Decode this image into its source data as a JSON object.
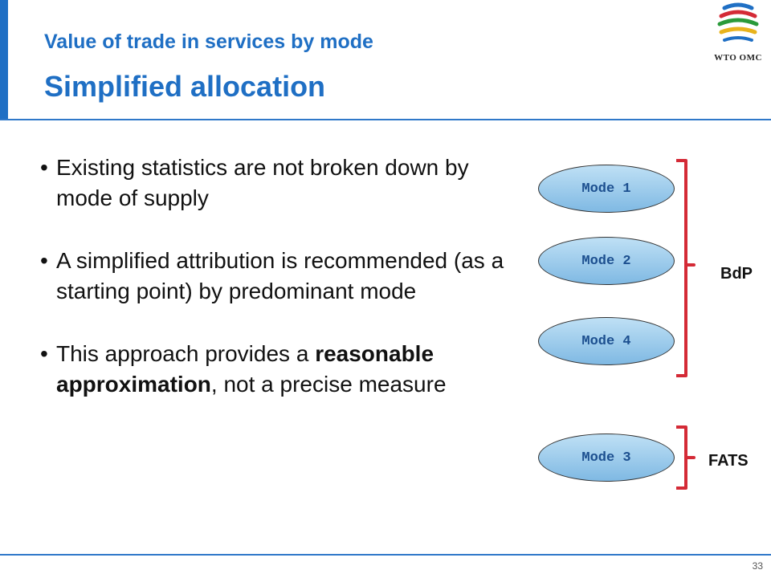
{
  "header": {
    "title_line1": "Value of trade in services by mode",
    "title_line2": "Simplified allocation",
    "logo_text": "WTO OMC"
  },
  "bullets": [
    {
      "parts": [
        {
          "text": "Existing statistics are not broken down by mode of supply",
          "bold": false
        }
      ]
    },
    {
      "parts": [
        {
          "text": "A simplified attribution is recommended (as a starting point) by predominant mode",
          "bold": false
        }
      ]
    },
    {
      "parts": [
        {
          "text": "This approach provides a ",
          "bold": false
        },
        {
          "text": "reasonable approximation",
          "bold": true
        },
        {
          "text": ", not a precise measure",
          "bold": false
        }
      ]
    }
  ],
  "diagram": {
    "modes": [
      "Mode 1",
      "Mode 2",
      "Mode 4",
      "Mode 3"
    ],
    "group_labels": [
      "BdP",
      "FATS"
    ]
  },
  "footer": {
    "page_number": "33"
  },
  "colors": {
    "accent": "#1f6fc4",
    "brace": "#d42a36",
    "ellipse_top": "#bfe0f5",
    "ellipse_bottom": "#7fb9e3"
  }
}
